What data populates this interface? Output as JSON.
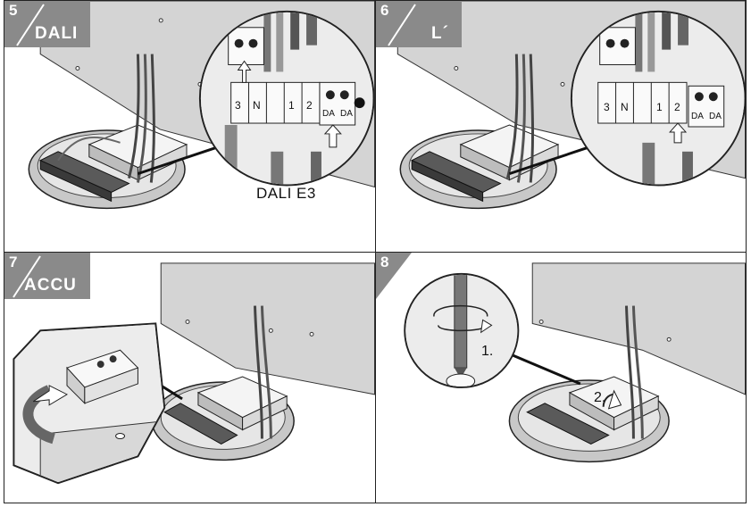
{
  "panels": [
    {
      "number": "5",
      "label": "DALI",
      "caption": "DALI E3"
    },
    {
      "number": "6",
      "label": "L´"
    },
    {
      "number": "7",
      "label": "ACCU"
    },
    {
      "number": "8",
      "step1": "1.",
      "step2": "2."
    }
  ],
  "terminal_labels": [
    "3",
    "N",
    "1",
    "2"
  ],
  "connector_labels": [
    "DA",
    "DA"
  ],
  "colors": {
    "badge": "#8a8a8a",
    "panel_fill": "#d4d4d4",
    "line": "#222222"
  }
}
